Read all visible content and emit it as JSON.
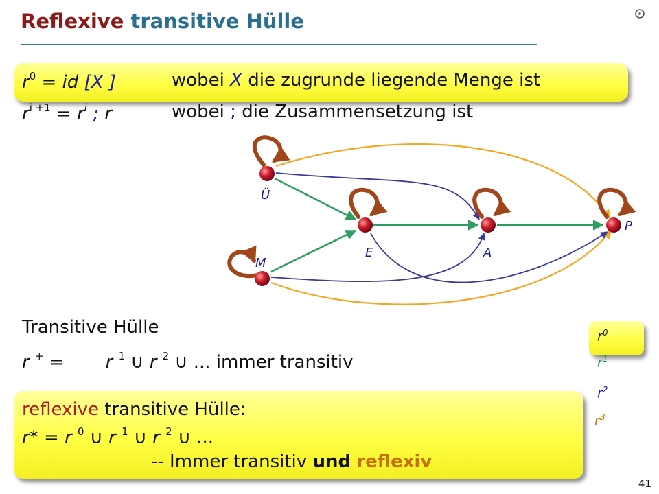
{
  "slide": {
    "title_word1": "Reflexive",
    "title_word2": "transitive Hülle",
    "page_number": "41"
  },
  "definitions": {
    "r0_lhs_r": "r",
    "r0_lhs_exp": "0",
    "r0_rhs": " = id ",
    "r0_set": "[X ]",
    "r0_desc_pre": "wobei ",
    "r0_desc_var": "X",
    "r0_desc_post": " die zugrunde liegende Menge ist",
    "ri_lhs_r": "r",
    "ri_lhs_exp": "i +1",
    "ri_eq": " = r",
    "ri_exp": "i",
    "ri_op": " ; ",
    "ri_r": "r",
    "ri_desc_pre": "wobei ",
    "ri_desc_op": ";",
    "ri_desc_post": " die Zusammensetzung ist"
  },
  "graph": {
    "nodes": [
      "Ü",
      "E",
      "A",
      "P",
      "M"
    ]
  },
  "transitive": {
    "heading": "Transitive Hülle",
    "lhs": "r ",
    "lhs_sup": "+",
    "eq": " =",
    "t1": "r ",
    "t1_exp": "1",
    "union1": " ∪ ",
    "t2": "r ",
    "t2_exp": "2",
    "union2": " ∪ ",
    "rest": "... immer transitiv"
  },
  "reflexive": {
    "heading_red": "reflexive",
    "heading_rest": " transitive Hülle:",
    "lhs": "r* = ",
    "t0": "r ",
    "t0_exp": "0",
    "u1": " ∪ ",
    "t1": "r ",
    "t1_exp": "1",
    "u2": " ∪ ",
    "t2": "r ",
    "t2_exp": "2",
    "u3": " ∪ ",
    "rest": "...",
    "note_pre": "-- Immer transitiv ",
    "note_bold": "und",
    "note_space": " ",
    "note_orange": "reflexiv"
  },
  "powers": {
    "p0": "r",
    "p0_exp": "0",
    "p1": "r",
    "p1_exp": "1",
    "p2": "r",
    "p2_exp": "2",
    "p3": "r",
    "p3_exp": "3"
  },
  "colors": {
    "green_edge": "#2e9e64",
    "blue_edge": "#3a3a9a",
    "orange_edge": "#f5a623",
    "loop": "#a0461a",
    "node": "#c8102e"
  }
}
